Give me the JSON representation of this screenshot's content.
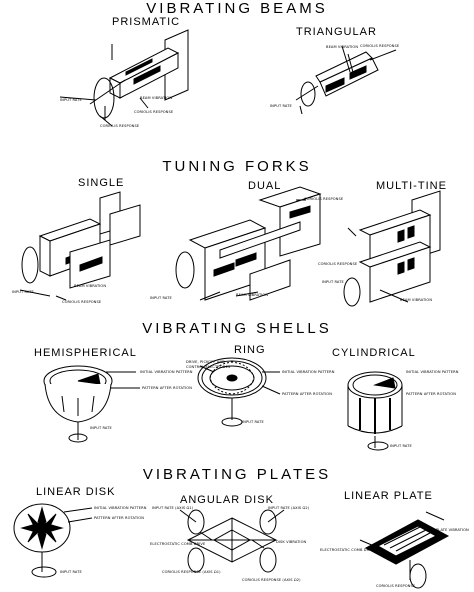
{
  "sections": {
    "vibrating_beams": "VIBRATING BEAMS",
    "tuning_forks": "TUNING FORKS",
    "vibrating_shells": "VIBRATING SHELLS",
    "vibrating_plates": "VIBRATING PLATES"
  },
  "subtypes": {
    "prismatic": "PRISMATIC",
    "triangular": "TRIANGULAR",
    "single": "SINGLE",
    "dual": "DUAL",
    "multi_tine": "MULTI-TINE",
    "hemispherical": "HEMISPHERICAL",
    "ring": "RING",
    "cylindrical": "CYLINDRICAL",
    "linear_disk": "LINEAR DISK",
    "angular_disk": "ANGULAR DISK",
    "linear_plate": "LINEAR PLATE"
  },
  "captions": {
    "input_rate": "INPUT RATE",
    "beam_vibration": "BEAM VIBRATION",
    "coriolis_response": "CORIOLIS RESPONSE",
    "coriolis_response_lower": "CORIOLIS RESPONSE",
    "initial_vibration_pattern": "INITIAL VIBRATION PATTERN",
    "pattern_after_rotation": "PATTERN AFTER ROTATION",
    "drive_pickoff": "DRIVE, PICKOFF AND",
    "control_electrodes": "CONTROL ELECTRODES",
    "disk_vibration": "DISK VIBRATION",
    "electrostatic_comb_drive": "ELECTROSTATIC COMB DRIVE",
    "input_rate_axis_1": "INPUT RATE (AXIS Ω1)",
    "input_rate_axis_2": "INPUT RATE (AXIS Ω2)",
    "coriolis_axis_1": "CORIOLIS RESPONSE (AXIS Ω1)",
    "coriolis_axis_2": "CORIOLIS RESPONSE (AXIS Ω2)",
    "plate_vibration": "PLATE VIBRATION",
    "coriolis_response_plate": "CORIOLIS RESPONSE"
  }
}
